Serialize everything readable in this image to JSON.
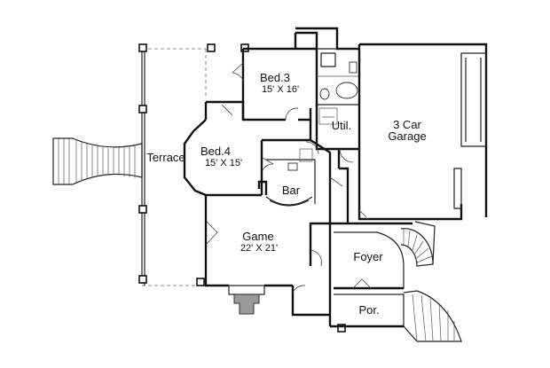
{
  "rooms": {
    "bed3": {
      "name": "Bed.3",
      "dims": "15' X 16'"
    },
    "bed4": {
      "name": "Bed.4",
      "dims": "15' X 15'"
    },
    "terrace": {
      "name": "Terrace"
    },
    "bar": {
      "name": "Bar"
    },
    "game": {
      "name": "Game",
      "dims": "22' X 21'"
    },
    "util": {
      "name": "Util."
    },
    "garage": {
      "name": "3 Car",
      "name2": "Garage"
    },
    "foyer": {
      "name": "Foyer"
    },
    "porch": {
      "name": "Por."
    }
  }
}
